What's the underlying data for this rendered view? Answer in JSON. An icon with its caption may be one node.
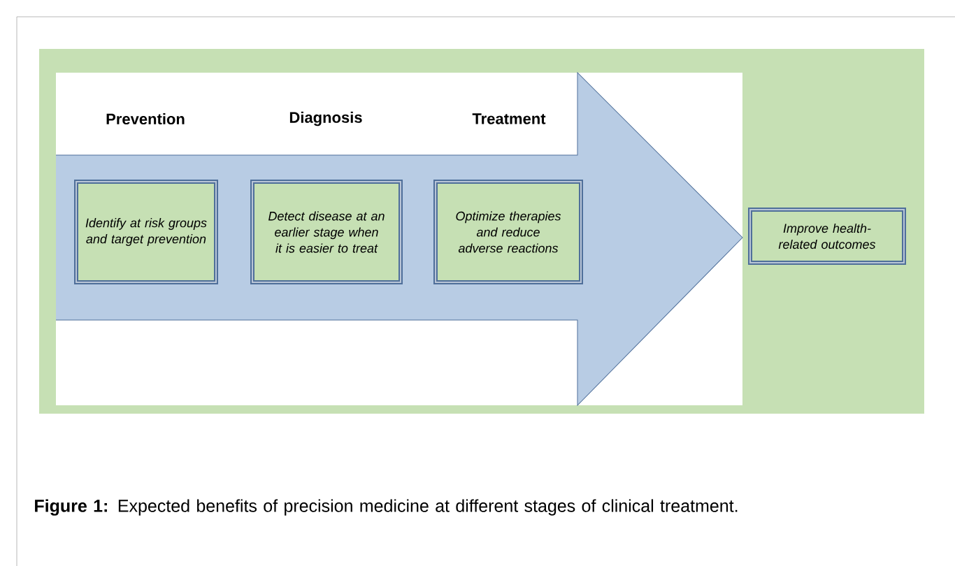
{
  "diagram": {
    "caption": "**Figure 1:** Expected benefits of precision medicine at different stages of clinical treatment.",
    "nodes": [
      {
        "text": [
          "Identify at risk groups and target prevention"
        ]
      },
      {
        "text": [
          "Detect disease at an earlier stage when it is easier to treat"
        ]
      },
      {
        "text": [
          "Optimize therapies and reduce adverse reactions"
        ]
      },
      {
        "text": [
          "Improve health-related outcomes"
        ]
      }
    ],
    "labels": [
      "Prevention",
      "Diagnosis",
      "Treatment"
    ]
  }
}
